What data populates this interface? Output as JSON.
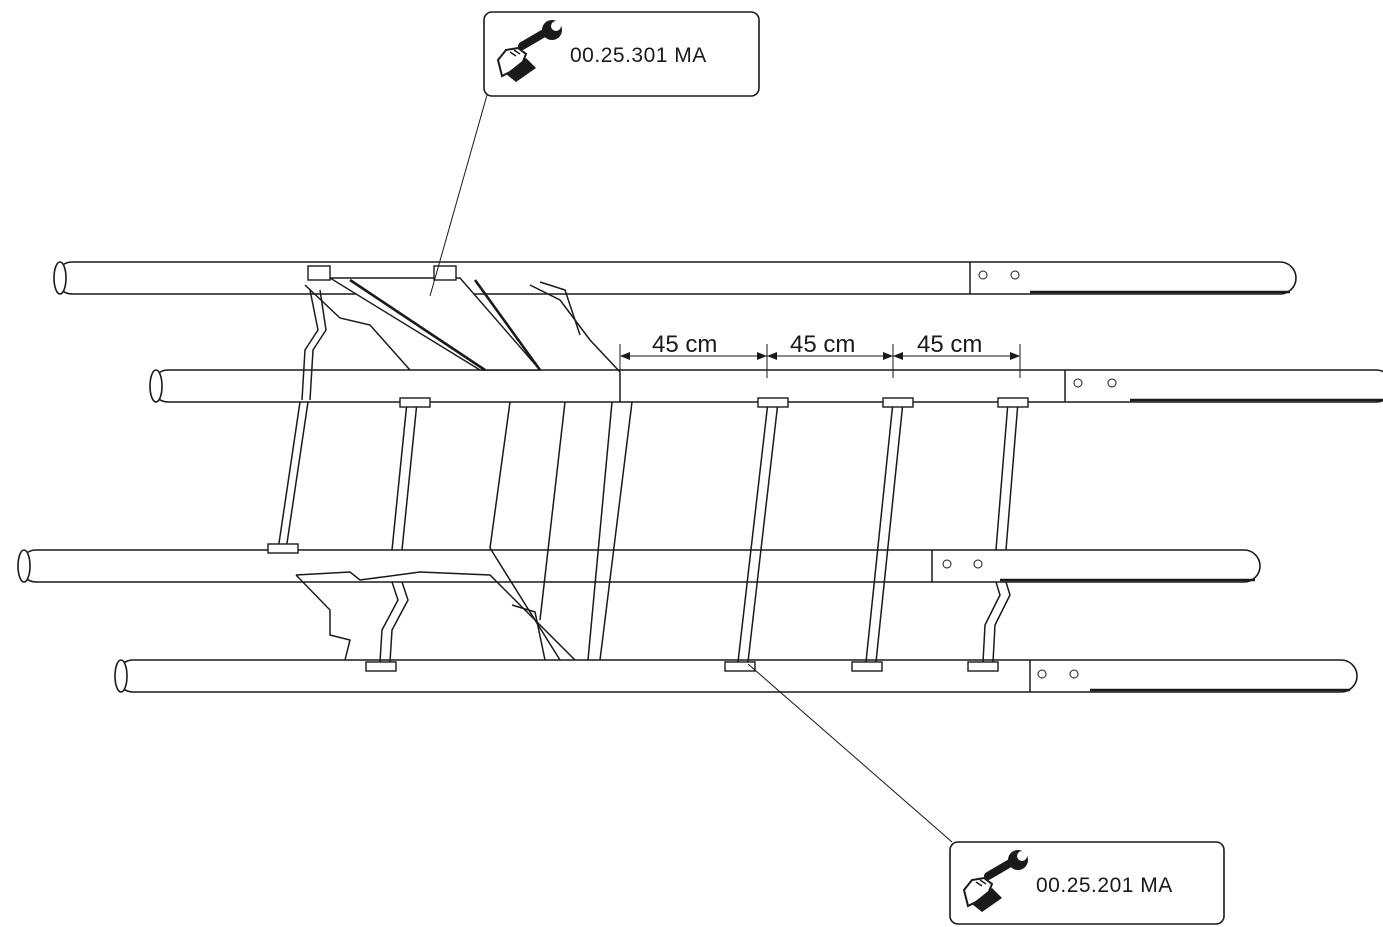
{
  "callouts": [
    {
      "id": "top",
      "code": "00.25.301 MA",
      "icon": "wrench-hand-icon"
    },
    {
      "id": "bottom",
      "code": "00.25.201 MA",
      "icon": "wrench-hand-icon"
    }
  ],
  "dimensions": [
    {
      "label": "45 cm"
    },
    {
      "label": "45 cm"
    },
    {
      "label": "45 cm"
    }
  ],
  "colors": {
    "line": "#1a1a1a",
    "background": "#ffffff"
  }
}
